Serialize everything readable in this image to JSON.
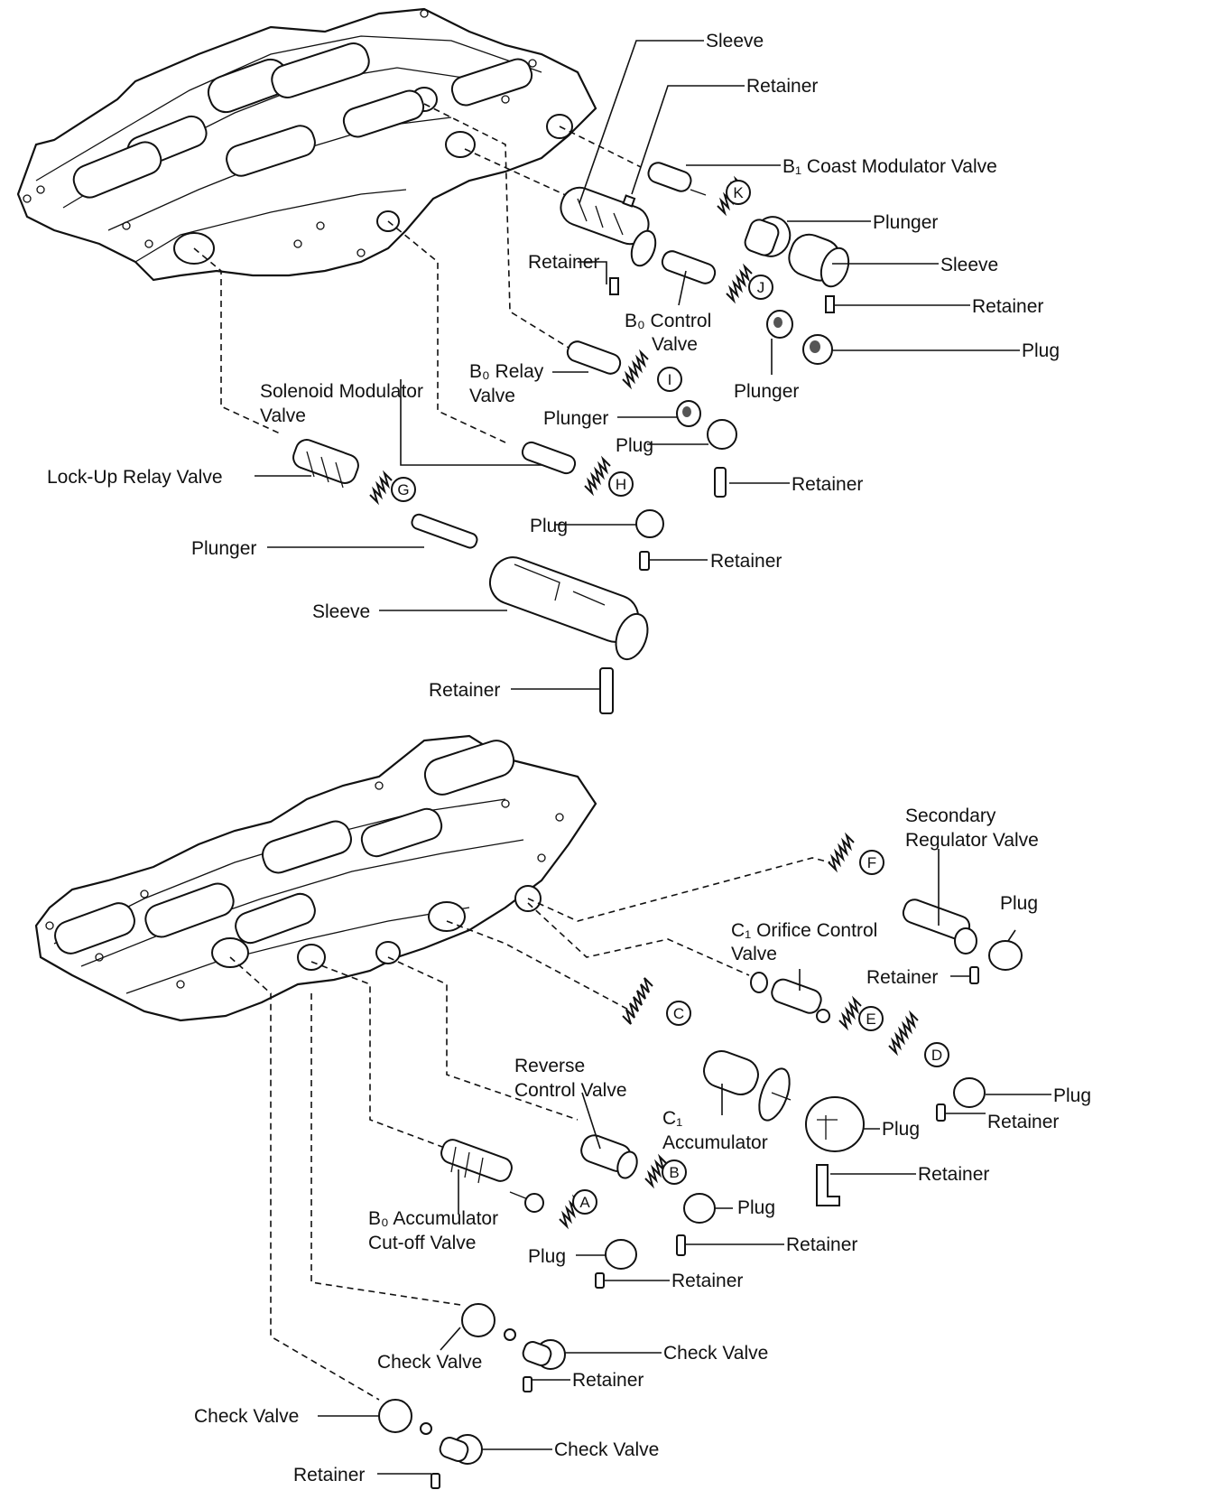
{
  "labels": {
    "sleeve_top": "Sleeve",
    "retainer_top": "Retainer",
    "b1_coast_modulator_valve": "B₁ Coast Modulator Valve",
    "plunger_k": "Plunger",
    "sleeve_k": "Sleeve",
    "retainer_left_upper": "Retainer",
    "b0_control_valve_1": "B₀ Control",
    "b0_control_valve_2": "Valve",
    "retainer_j": "Retainer",
    "plug_j": "Plug",
    "b0_relay_valve_1": "B₀ Relay",
    "b0_relay_valve_2": "Valve",
    "plunger_j": "Plunger",
    "solenoid_modulator_valve_1": "Solenoid Modulator",
    "solenoid_modulator_valve_2": "Valve",
    "plunger_i": "Plunger",
    "plug_i": "Plug",
    "retainer_i": "Retainer",
    "lock_up_relay_valve": "Lock-Up Relay Valve",
    "plug_h": "Plug",
    "retainer_h": "Retainer",
    "plunger_g": "Plunger",
    "sleeve_g": "Sleeve",
    "retainer_g": "Retainer",
    "secondary_regulator_valve_1": "Secondary",
    "secondary_regulator_valve_2": "Regulator Valve",
    "plug_f": "Plug",
    "c1_orifice_control_valve_1": "C₁ Orifice Control",
    "c1_orifice_control_valve_2": "Valve",
    "retainer_f": "Retainer",
    "reverse_control_valve_1": "Reverse",
    "reverse_control_valve_2": "Control Valve",
    "plug_d": "Plug",
    "retainer_d": "Retainer",
    "c1_accumulator_1": "C₁",
    "c1_accumulator_2": "Accumulator",
    "plug_c": "Plug",
    "retainer_c": "Retainer",
    "plug_b": "Plug",
    "retainer_b": "Retainer",
    "b0_accumulator_cutoff_valve_1": "B₀ Accumulator",
    "b0_accumulator_cutoff_valve_2": "Cut-off Valve",
    "plug_a": "Plug",
    "retainer_a": "Retainer",
    "check_valve_upper_left": "Check Valve",
    "check_valve_upper_right": "Check Valve",
    "retainer_check_upper": "Retainer",
    "check_valve_lower_left": "Check Valve",
    "check_valve_lower_right": "Check Valve",
    "retainer_check_lower": "Retainer"
  },
  "spring_markers": {
    "a": "A",
    "b": "B",
    "c": "C",
    "d": "D",
    "e": "E",
    "f": "F",
    "g": "G",
    "h": "H",
    "i": "I",
    "j": "J",
    "k": "K"
  }
}
